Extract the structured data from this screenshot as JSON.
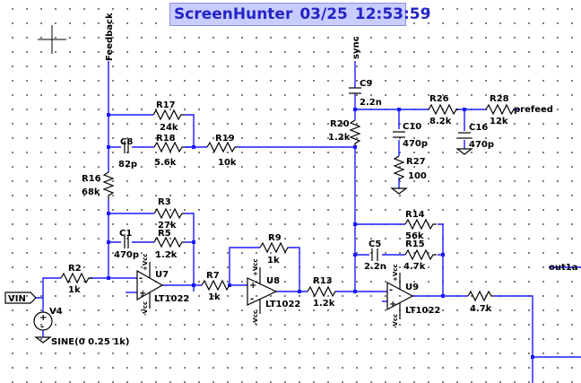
{
  "banner": {
    "app": "ScreenHunter",
    "date": "03/25",
    "time": "12:53:59"
  },
  "colors": {
    "wire": "#1a1aff",
    "component": "#000000",
    "banner_bg": "#c9ccff",
    "banner_text": "#2424c8"
  },
  "nets": {
    "feedback": "Feedback",
    "sync": "sync",
    "prefeed": "prefeed",
    "out": "out1a",
    "input": "VIN"
  },
  "resistors": {
    "R2": "1k",
    "R3": "27k",
    "R5": "1.2k",
    "R7": "1k",
    "R9": "1k",
    "R13": "1.2k",
    "R14": "56k",
    "R15": "4.7k",
    "R16": "68k",
    "R17": "24k",
    "R18": "5.6k",
    "R19": "10k",
    "R20": "1.2k",
    "R26": "8.2k",
    "R27": "100",
    "R28": "12k",
    "Rout": "4.7k"
  },
  "capacitors": {
    "C1": "470p",
    "C5": "2.2n",
    "C8": "82p",
    "C9": "2.2n",
    "C10": "470p",
    "C16": "470p"
  },
  "opamps": {
    "part": "LT1022",
    "U7": "U7",
    "U8": "U8",
    "U9": "U9",
    "pos": "+Vcc",
    "neg": "-Vcc"
  },
  "source": {
    "name": "V4",
    "spec": "SINE(0 0.25 1k)"
  },
  "names": {
    "R2": "R2",
    "R3": "R3",
    "R5": "R5",
    "R7": "R7",
    "R9": "R9",
    "R13": "R13",
    "R14": "R14",
    "R15": "R15",
    "R16": "R16",
    "R17": "R17",
    "R18": "R18",
    "R19": "R19",
    "R20": "R20",
    "R26": "R26",
    "R27": "R27",
    "R28": "R28",
    "C1": "C1",
    "C5": "C5",
    "C8": "C8",
    "C9": "C9",
    "C10": "C10",
    "C16": "C16"
  }
}
